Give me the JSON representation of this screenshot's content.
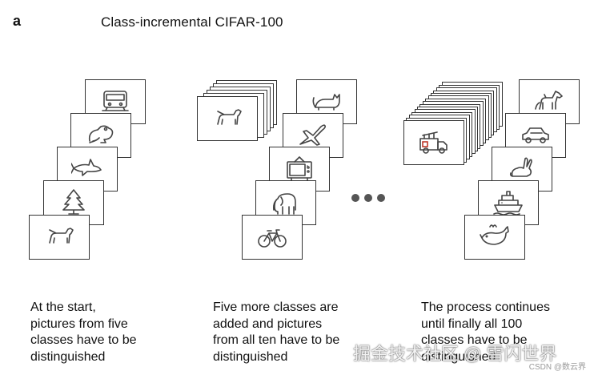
{
  "figure": {
    "panel_letter": "a",
    "title": "Class-incremental CIFAR-100"
  },
  "columns": [
    {
      "caption": [
        "At the start,",
        "pictures from five",
        "classes have to be",
        "distinguished"
      ],
      "cards": [
        {
          "icon": "train-icon"
        },
        {
          "icon": "frog-icon"
        },
        {
          "icon": "shark-icon"
        },
        {
          "icon": "tree-icon"
        },
        {
          "icon": "dog-icon"
        }
      ]
    },
    {
      "caption": [
        "Five more classes are",
        "added and pictures",
        "from all ten have to be",
        "distinguished"
      ],
      "stack_icon": "dog-icon",
      "cards": [
        {
          "icon": "cat-icon"
        },
        {
          "icon": "airplane-icon"
        },
        {
          "icon": "tv-icon"
        },
        {
          "icon": "elephant-icon"
        },
        {
          "icon": "bicycle-icon"
        }
      ]
    },
    {
      "caption": [
        "The process continues",
        "until finally all 100",
        "classes have to be",
        "distinguished"
      ],
      "stack_icon": "fire-truck-icon",
      "cards": [
        {
          "icon": "horse-icon"
        },
        {
          "icon": "car-icon"
        },
        {
          "icon": "rabbit-icon"
        },
        {
          "icon": "ship-icon"
        },
        {
          "icon": "whale-icon"
        }
      ]
    }
  ],
  "ellipsis": "•••",
  "watermark": {
    "text": "掘金技术社区 @ 雪闪世界",
    "sub": "CSDN @数云界"
  },
  "colors": {
    "line": "#444444",
    "accent_red": "#c0392b"
  }
}
